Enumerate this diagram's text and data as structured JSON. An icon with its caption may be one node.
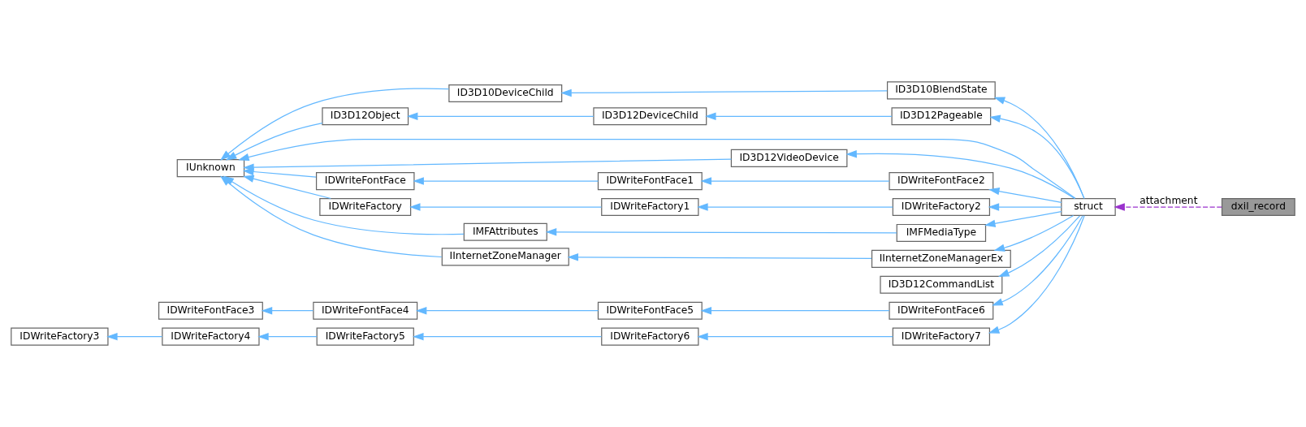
{
  "diagram": {
    "nodes": [
      {
        "text": [
          "ID3D10DeviceChild"
        ]
      },
      {
        "text": [
          "ID3D10BlendState"
        ]
      },
      {
        "text": [
          "ID3D12Object"
        ]
      },
      {
        "text": [
          "ID3D12DeviceChild"
        ]
      },
      {
        "text": [
          "ID3D12Pageable"
        ]
      },
      {
        "text": [
          "IUnknown"
        ]
      },
      {
        "text": [
          "ID3D12VideoDevice"
        ]
      },
      {
        "text": [
          "IDWriteFontFace"
        ]
      },
      {
        "text": [
          "IDWriteFontFace1"
        ]
      },
      {
        "text": [
          "IDWriteFontFace2"
        ]
      },
      {
        "text": [
          "struct"
        ]
      },
      {
        "text": [
          "dxil_record"
        ]
      },
      {
        "text": [
          "IDWriteFactory"
        ]
      },
      {
        "text": [
          "IDWriteFactory1"
        ]
      },
      {
        "text": [
          "IDWriteFactory2"
        ]
      },
      {
        "text": [
          "IMFAttributes"
        ]
      },
      {
        "text": [
          "IMFMediaType"
        ]
      },
      {
        "text": [
          "IInternetZoneManager"
        ]
      },
      {
        "text": [
          "IInternetZoneManagerEx"
        ]
      },
      {
        "text": [
          "ID3D12CommandList"
        ]
      },
      {
        "text": [
          "IDWriteFontFace3"
        ]
      },
      {
        "text": [
          "IDWriteFontFace4"
        ]
      },
      {
        "text": [
          "IDWriteFontFace5"
        ]
      },
      {
        "text": [
          "IDWriteFontFace6"
        ]
      },
      {
        "text": [
          "IDWriteFactory3"
        ]
      },
      {
        "text": [
          "IDWriteFactory4"
        ]
      },
      {
        "text": [
          "IDWriteFactory5"
        ]
      },
      {
        "text": [
          "IDWriteFactory6"
        ]
      },
      {
        "text": [
          "IDWriteFactory7"
        ]
      }
    ],
    "edges": [
      {
        "from": 11,
        "to": 10,
        "arrow": "to",
        "label": "attachment",
        "style": "dashed",
        "color": "#9a32cd"
      },
      {
        "from": 10,
        "to": 5,
        "arrow": "to"
      },
      {
        "from": 10,
        "to": 1,
        "arrow": "to"
      },
      {
        "from": 10,
        "to": 4,
        "arrow": "to"
      },
      {
        "from": 10,
        "to": 6,
        "arrow": "to"
      },
      {
        "from": 10,
        "to": 9,
        "arrow": "to"
      },
      {
        "from": 10,
        "to": 14,
        "arrow": "to"
      },
      {
        "from": 10,
        "to": 16,
        "arrow": "to"
      },
      {
        "from": 10,
        "to": 18,
        "arrow": "to"
      },
      {
        "from": 10,
        "to": 19,
        "arrow": "to"
      },
      {
        "from": 10,
        "to": 23,
        "arrow": "to"
      },
      {
        "from": 10,
        "to": 28,
        "arrow": "to"
      },
      {
        "from": 1,
        "to": 0,
        "arrow": "to"
      },
      {
        "from": 0,
        "to": 5,
        "arrow": "to"
      },
      {
        "from": 4,
        "to": 3,
        "arrow": "to"
      },
      {
        "from": 3,
        "to": 2,
        "arrow": "to"
      },
      {
        "from": 2,
        "to": 5,
        "arrow": "to"
      },
      {
        "from": 6,
        "to": 5,
        "arrow": "to"
      },
      {
        "from": 9,
        "to": 8,
        "arrow": "to"
      },
      {
        "from": 8,
        "to": 7,
        "arrow": "to"
      },
      {
        "from": 7,
        "to": 5,
        "arrow": "to"
      },
      {
        "from": 14,
        "to": 13,
        "arrow": "to"
      },
      {
        "from": 13,
        "to": 12,
        "arrow": "to"
      },
      {
        "from": 12,
        "to": 5,
        "arrow": "to"
      },
      {
        "from": 16,
        "to": 15,
        "arrow": "to"
      },
      {
        "from": 15,
        "to": 5,
        "arrow": "to"
      },
      {
        "from": 18,
        "to": 17,
        "arrow": "to"
      },
      {
        "from": 17,
        "to": 5,
        "arrow": "to"
      },
      {
        "from": 23,
        "to": 22,
        "arrow": "to"
      },
      {
        "from": 22,
        "to": 21,
        "arrow": "to"
      },
      {
        "from": 21,
        "to": 20,
        "arrow": "to"
      },
      {
        "from": 28,
        "to": 27,
        "arrow": "to"
      },
      {
        "from": 27,
        "to": 26,
        "arrow": "to"
      },
      {
        "from": 26,
        "to": 25,
        "arrow": "to"
      },
      {
        "from": 25,
        "to": 24,
        "arrow": "to"
      }
    ]
  }
}
